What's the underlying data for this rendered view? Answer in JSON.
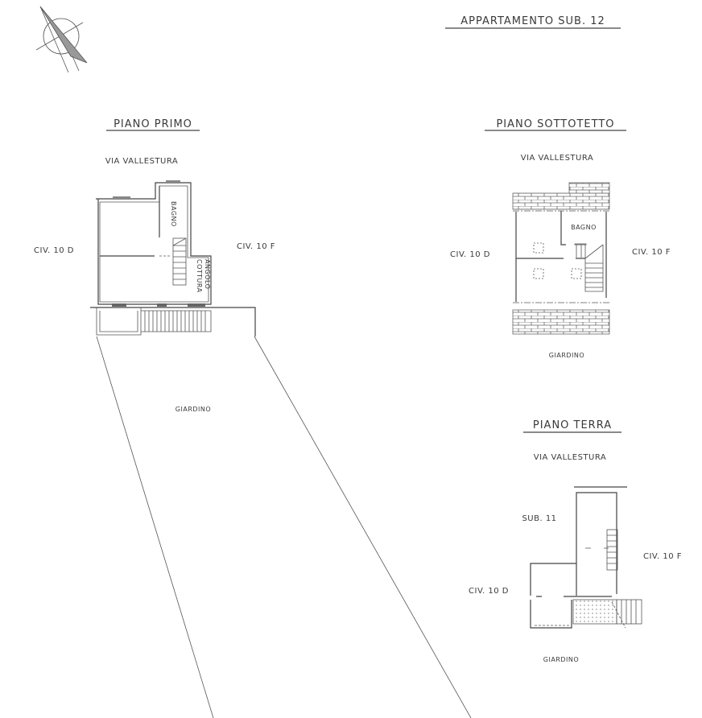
{
  "header": {
    "title": "APPARTAMENTO SUB. 12"
  },
  "compass": {
    "icon": "north-arrow-icon"
  },
  "piano_primo": {
    "title": "PIANO PRIMO",
    "street": "VIA VALLESTURA",
    "left_label": "CIV. 10 D",
    "right_label": "CIV. 10 F",
    "room_bath": "BAGNO",
    "room_kitchen_1": "ANGOLO",
    "room_kitchen_2": "COTTURA",
    "garden": "GIARDINO"
  },
  "piano_sottotetto": {
    "title": "PIANO SOTTOTETTO",
    "street": "VIA VALLESTURA",
    "left_label": "CIV. 10 D",
    "right_label": "CIV. 10 F",
    "room_bath": "BAGNO",
    "garden": "GIARDINO"
  },
  "piano_terra": {
    "title": "PIANO TERRA",
    "street": "VIA VALLESTURA",
    "sub_label": "SUB. 11",
    "left_label": "CIV. 10 D",
    "right_label": "CIV. 10 F",
    "garden": "GIARDINO"
  }
}
